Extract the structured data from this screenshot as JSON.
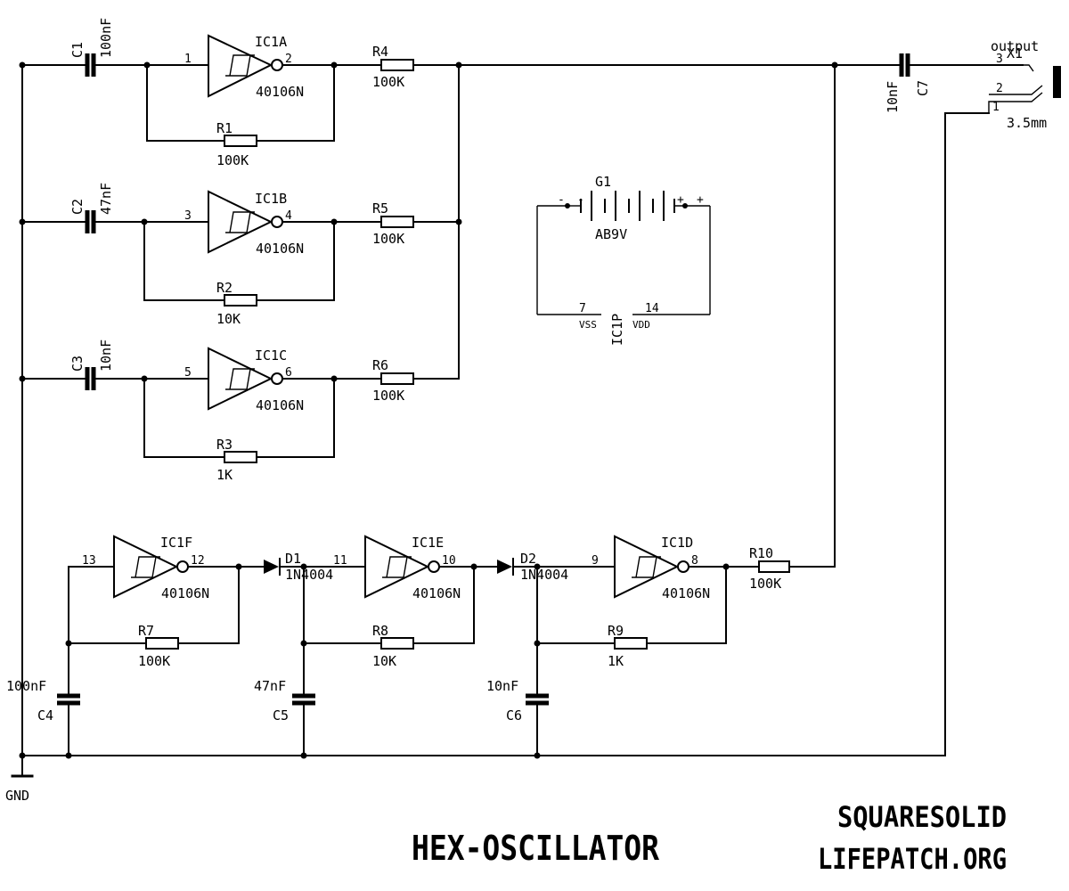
{
  "title": "HEX-OSCILLATOR",
  "credits": [
    "SQUARESOLID",
    "LIFEPATCH.ORG"
  ],
  "ground": "GND",
  "inverters": [
    {
      "ref": "IC1A",
      "part": "40106N",
      "in": "1",
      "out": "2"
    },
    {
      "ref": "IC1B",
      "part": "40106N",
      "in": "3",
      "out": "4"
    },
    {
      "ref": "IC1C",
      "part": "40106N",
      "in": "5",
      "out": "6"
    },
    {
      "ref": "IC1F",
      "part": "40106N",
      "in": "13",
      "out": "12"
    },
    {
      "ref": "IC1E",
      "part": "40106N",
      "in": "11",
      "out": "10"
    },
    {
      "ref": "IC1D",
      "part": "40106N",
      "in": "9",
      "out": "8"
    }
  ],
  "resistors": [
    {
      "ref": "R1",
      "value": "100K"
    },
    {
      "ref": "R2",
      "value": "10K"
    },
    {
      "ref": "R3",
      "value": "1K"
    },
    {
      "ref": "R4",
      "value": "100K"
    },
    {
      "ref": "R5",
      "value": "100K"
    },
    {
      "ref": "R6",
      "value": "100K"
    },
    {
      "ref": "R7",
      "value": "100K"
    },
    {
      "ref": "R8",
      "value": "10K"
    },
    {
      "ref": "R9",
      "value": "1K"
    },
    {
      "ref": "R10",
      "value": "100K"
    }
  ],
  "capacitors": [
    {
      "ref": "C1",
      "value": "100nF"
    },
    {
      "ref": "C2",
      "value": "47nF"
    },
    {
      "ref": "C3",
      "value": "10nF"
    },
    {
      "ref": "C4",
      "value": "100nF"
    },
    {
      "ref": "C5",
      "value": "47nF"
    },
    {
      "ref": "C6",
      "value": "10nF"
    },
    {
      "ref": "C7",
      "value": "10nF"
    }
  ],
  "diodes": [
    {
      "ref": "D1",
      "part": "1N4004"
    },
    {
      "ref": "D2",
      "part": "1N4004"
    }
  ],
  "battery": {
    "ref": "G1",
    "part": "AB9V",
    "minus": "-",
    "plus": "+"
  },
  "power": {
    "ref": "IC1P",
    "vss_pin": "7",
    "vss": "VSS",
    "vdd_pin": "14",
    "vdd": "VDD"
  },
  "jack": {
    "label": "output",
    "ref": "X1",
    "size": "3.5mm",
    "pins": [
      "3",
      "2",
      "1"
    ]
  }
}
